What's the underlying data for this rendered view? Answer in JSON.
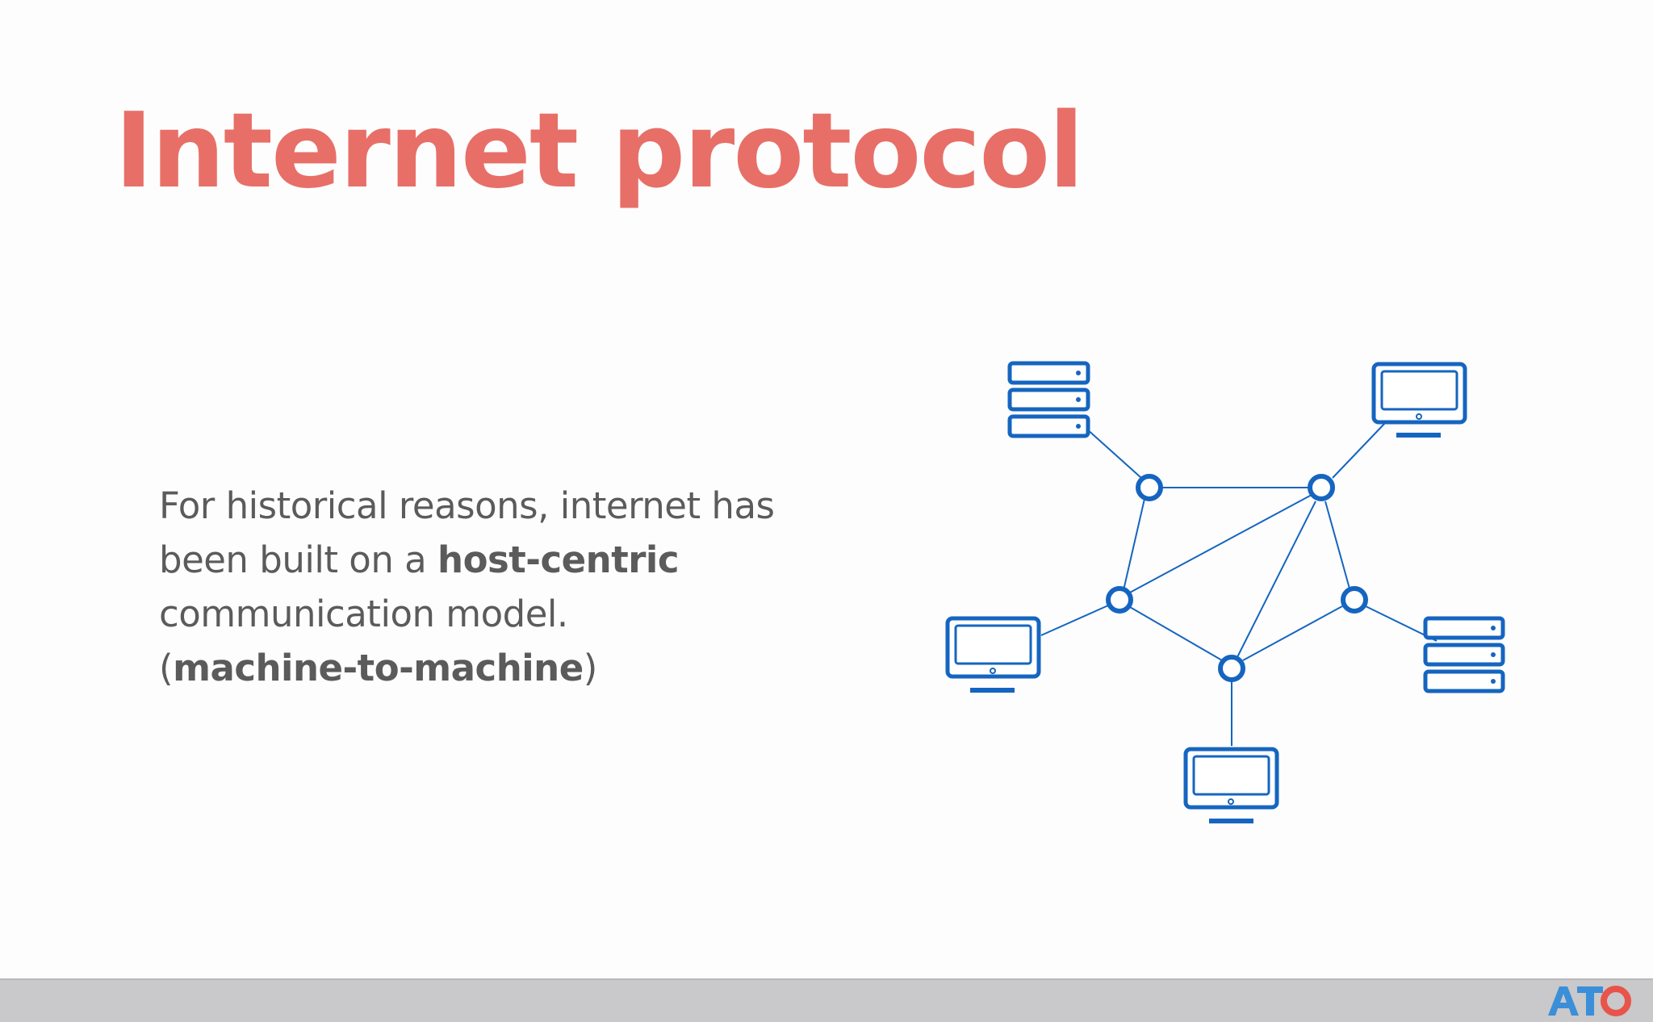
{
  "slide": {
    "title": "Internet protocol",
    "body": {
      "line1": "For historical reasons, internet has",
      "line2_pre": "been built on a ",
      "line2_bold": "host-centric",
      "line3": "communication model.",
      "line4_open": "(",
      "line4_bold": "machine-to-machine",
      "line4_close": ")"
    }
  },
  "diagram": {
    "devices": [
      {
        "type": "server",
        "icon": "server-rack-icon"
      },
      {
        "type": "computer",
        "icon": "monitor-icon"
      },
      {
        "type": "computer",
        "icon": "monitor-icon"
      },
      {
        "type": "server",
        "icon": "server-rack-icon"
      },
      {
        "type": "computer",
        "icon": "monitor-icon"
      }
    ],
    "nodes": 5
  },
  "footer": {
    "logo_text": "ATO"
  },
  "colors": {
    "title": "#e76f68",
    "body_text": "#5b5b5b",
    "diagram_blue": "#1565c0",
    "footer_bar": "#c9c8ca",
    "logo_blue": "#3a8fd8",
    "logo_red": "#e8534a"
  }
}
